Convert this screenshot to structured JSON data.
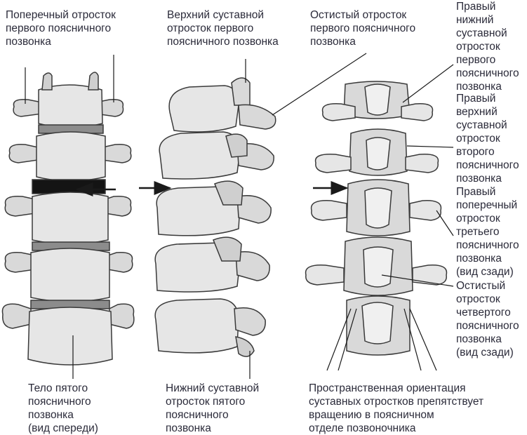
{
  "labels": {
    "transverse_l1": "Поперечный отросток\nпервого поясничного\nпозвонка",
    "superior_articular_l1": "Верхний суставной\nотросток первого\nпоясничного позвонка",
    "spinous_l1": "Остистый отросток\nпервого поясничного\nпозвонка",
    "right_inferior_articular_l1": "Правый\nнижний\nсуставной\nотросток\nпервого\nпоясничного\nпозвонка",
    "right_superior_articular_l2": "Правый\nверхний\nсуставной\nотросток\nвторого\nпоясничного\nпозвонка",
    "right_transverse_l3": "Правый\nпоперечный\nотросток\nтретьего\nпоясничного\nпозвонка\n(вид сзади)",
    "spinous_l4": "Остистый\nотросток\nчетвертого\nпоясничного\nпозвонка\n(вид сзади)",
    "body_l5": "Тело пятого\nпоясничного\nпозвонка\n(вид спереди)",
    "inferior_articular_l5": "Нижний суставной\nотросток пятого\nпоясничного\nпозвонка",
    "orientation_note": "Пространственная ориентация\nсуставных отростков препятствует\nвращению в поясничном\nотделе позвоночника"
  },
  "colors": {
    "text": "#2b2b3a",
    "bone_fill": "#d9d9d9",
    "bone_light": "#f0f0f0",
    "bone_dark": "#3a3a3a",
    "disc": "#8c8c8c",
    "leader": "#1a1a1a"
  }
}
